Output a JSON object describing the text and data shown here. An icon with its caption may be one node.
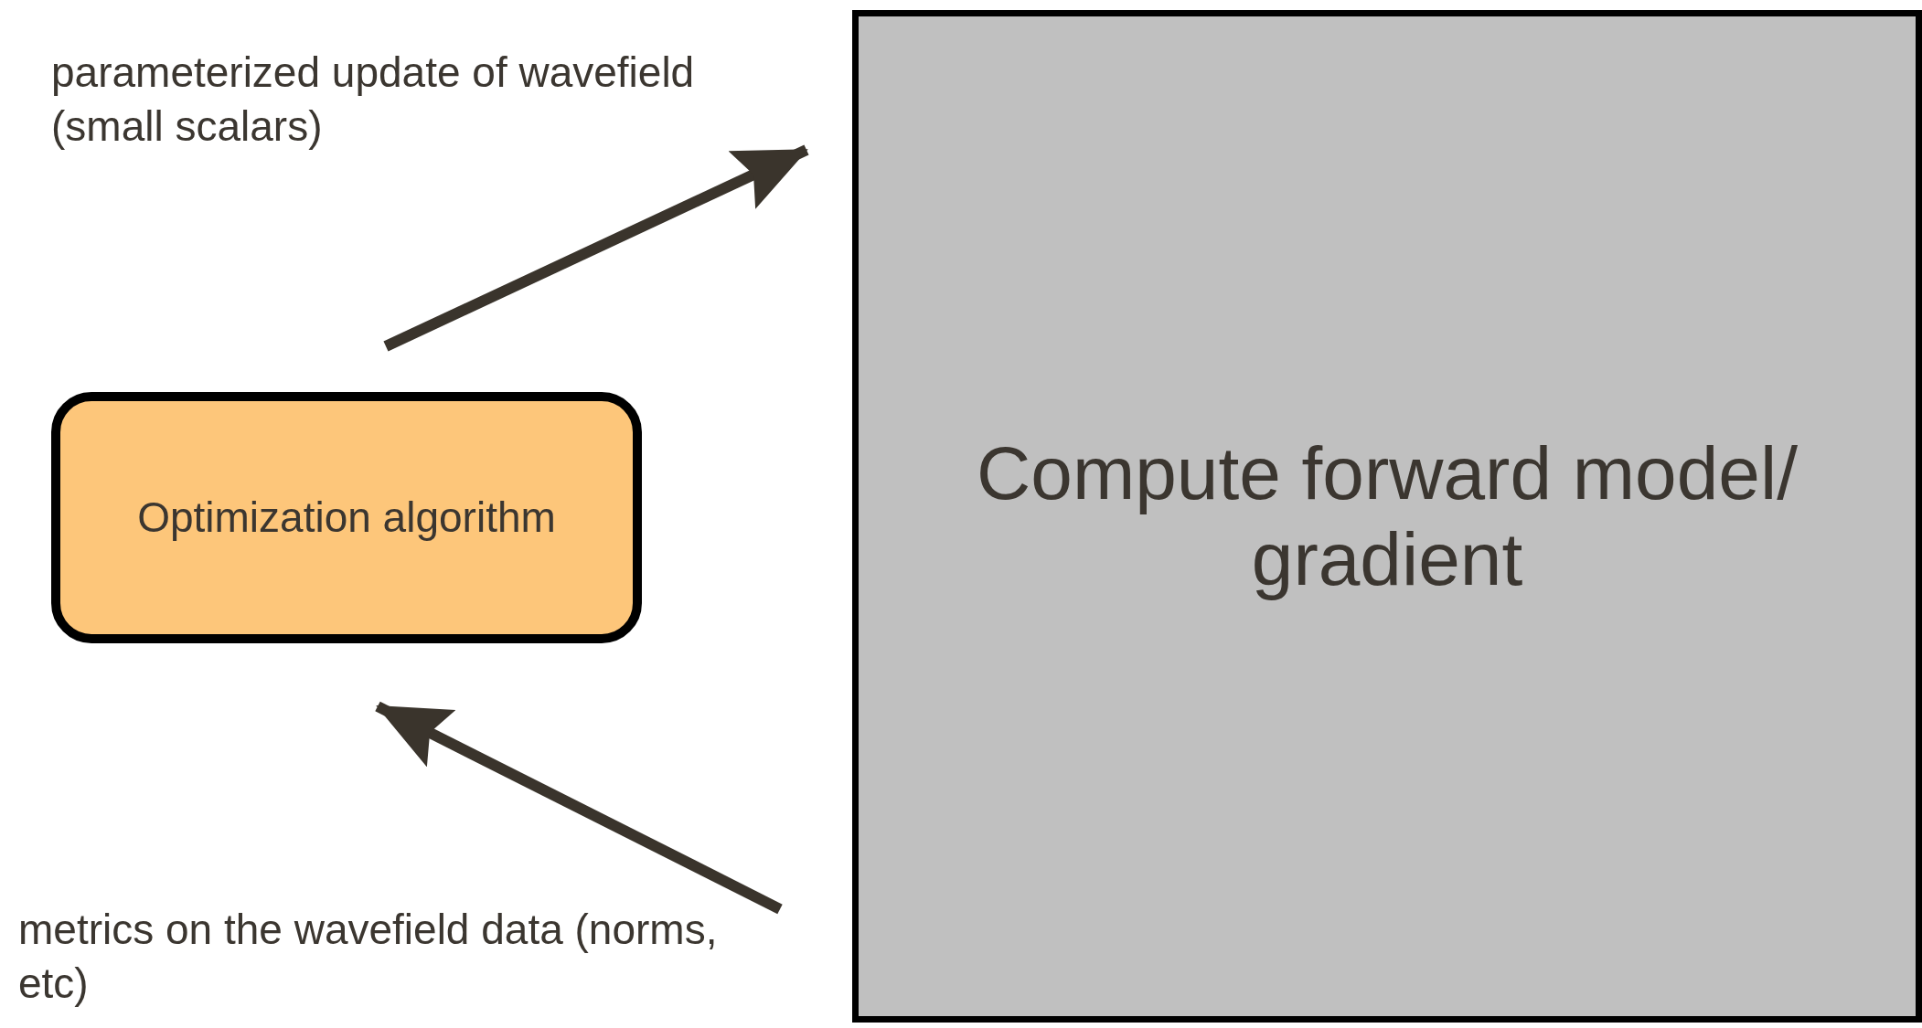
{
  "diagram": {
    "nodes": [
      {
        "text": [
          "Optimization algorithm"
        ]
      },
      {
        "text": [
          "Compute forward model/ gradient"
        ]
      }
    ],
    "edges": [
      {
        "from": 0,
        "to": 1,
        "arrow": "to",
        "label": "parameterized update of wavefield (small scalars)"
      },
      {
        "from": 1,
        "to": 0,
        "arrow": "to",
        "label": "metrics on the wavefield data (norms, etc)"
      }
    ]
  }
}
